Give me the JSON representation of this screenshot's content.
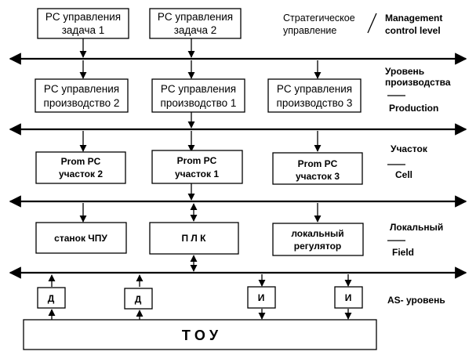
{
  "management": {
    "pc_task1": [
      "PC управления",
      "задача 1"
    ],
    "pc_task2": [
      "PC управления",
      "задача 2"
    ],
    "label_ru": [
      "Стратегическое",
      "управление"
    ],
    "label_en": [
      "Management",
      "control level"
    ]
  },
  "production": {
    "pc_prod2": [
      "PC управления",
      "производство 2"
    ],
    "pc_prod1": [
      "PC управления",
      "производство 1"
    ],
    "pc_prod3": [
      "PC управления",
      "производство 3"
    ],
    "label_ru": [
      "Уровень",
      "производства"
    ],
    "label_en": "Production"
  },
  "cell": {
    "prom2": [
      "Prom PC",
      "участок 2"
    ],
    "prom1": [
      "Prom PC",
      "участок 1"
    ],
    "prom3": [
      "Prom PC",
      "участок 3"
    ],
    "label_ru": "Участок",
    "label_en": "Cell"
  },
  "field": {
    "cnc": "станок ЧПУ",
    "plc": "П Л К",
    "local_reg": [
      "локальный",
      "регулятор"
    ],
    "label_ru": "Локальный",
    "label_en": "Field"
  },
  "as_level": {
    "sensor": "Д",
    "actuator": "И",
    "label": "AS- уровень"
  },
  "tou": "Т О У"
}
